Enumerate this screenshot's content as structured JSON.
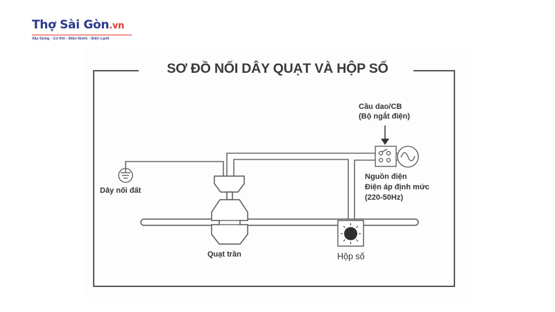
{
  "logo": {
    "brand": "Thợ Sài Gòn",
    "suffix": ".vn",
    "tagline": "Xây Dựng - Cơ Khí - Điện Nước - Điện Lạnh",
    "brand_color": "#2b3a8c",
    "accent_color": "#e53935"
  },
  "diagram": {
    "title": "SƠ ĐỒ NỐI DÂY QUẠT VÀ HỘP SỐ",
    "labels": {
      "ground": "Dây nối đất",
      "breaker_line1": "Cầu dao/CB",
      "breaker_line2": "(Bộ ngắt điện)",
      "source_line1": "Nguồn điện",
      "source_line2": "Điện áp định mức",
      "source_line3": "(220-50Hz)",
      "fan": "Quạt trần",
      "gearbox": "Hộp số"
    },
    "components": [
      {
        "name": "ground",
        "icon": "ground-icon"
      },
      {
        "name": "ceiling-fan",
        "icon": "ceiling-fan-icon"
      },
      {
        "name": "breaker",
        "icon": "switch-icon"
      },
      {
        "name": "power-source",
        "icon": "ac-source-icon"
      },
      {
        "name": "gearbox",
        "icon": "gearbox-icon"
      }
    ],
    "line_color": "#5a5556"
  }
}
